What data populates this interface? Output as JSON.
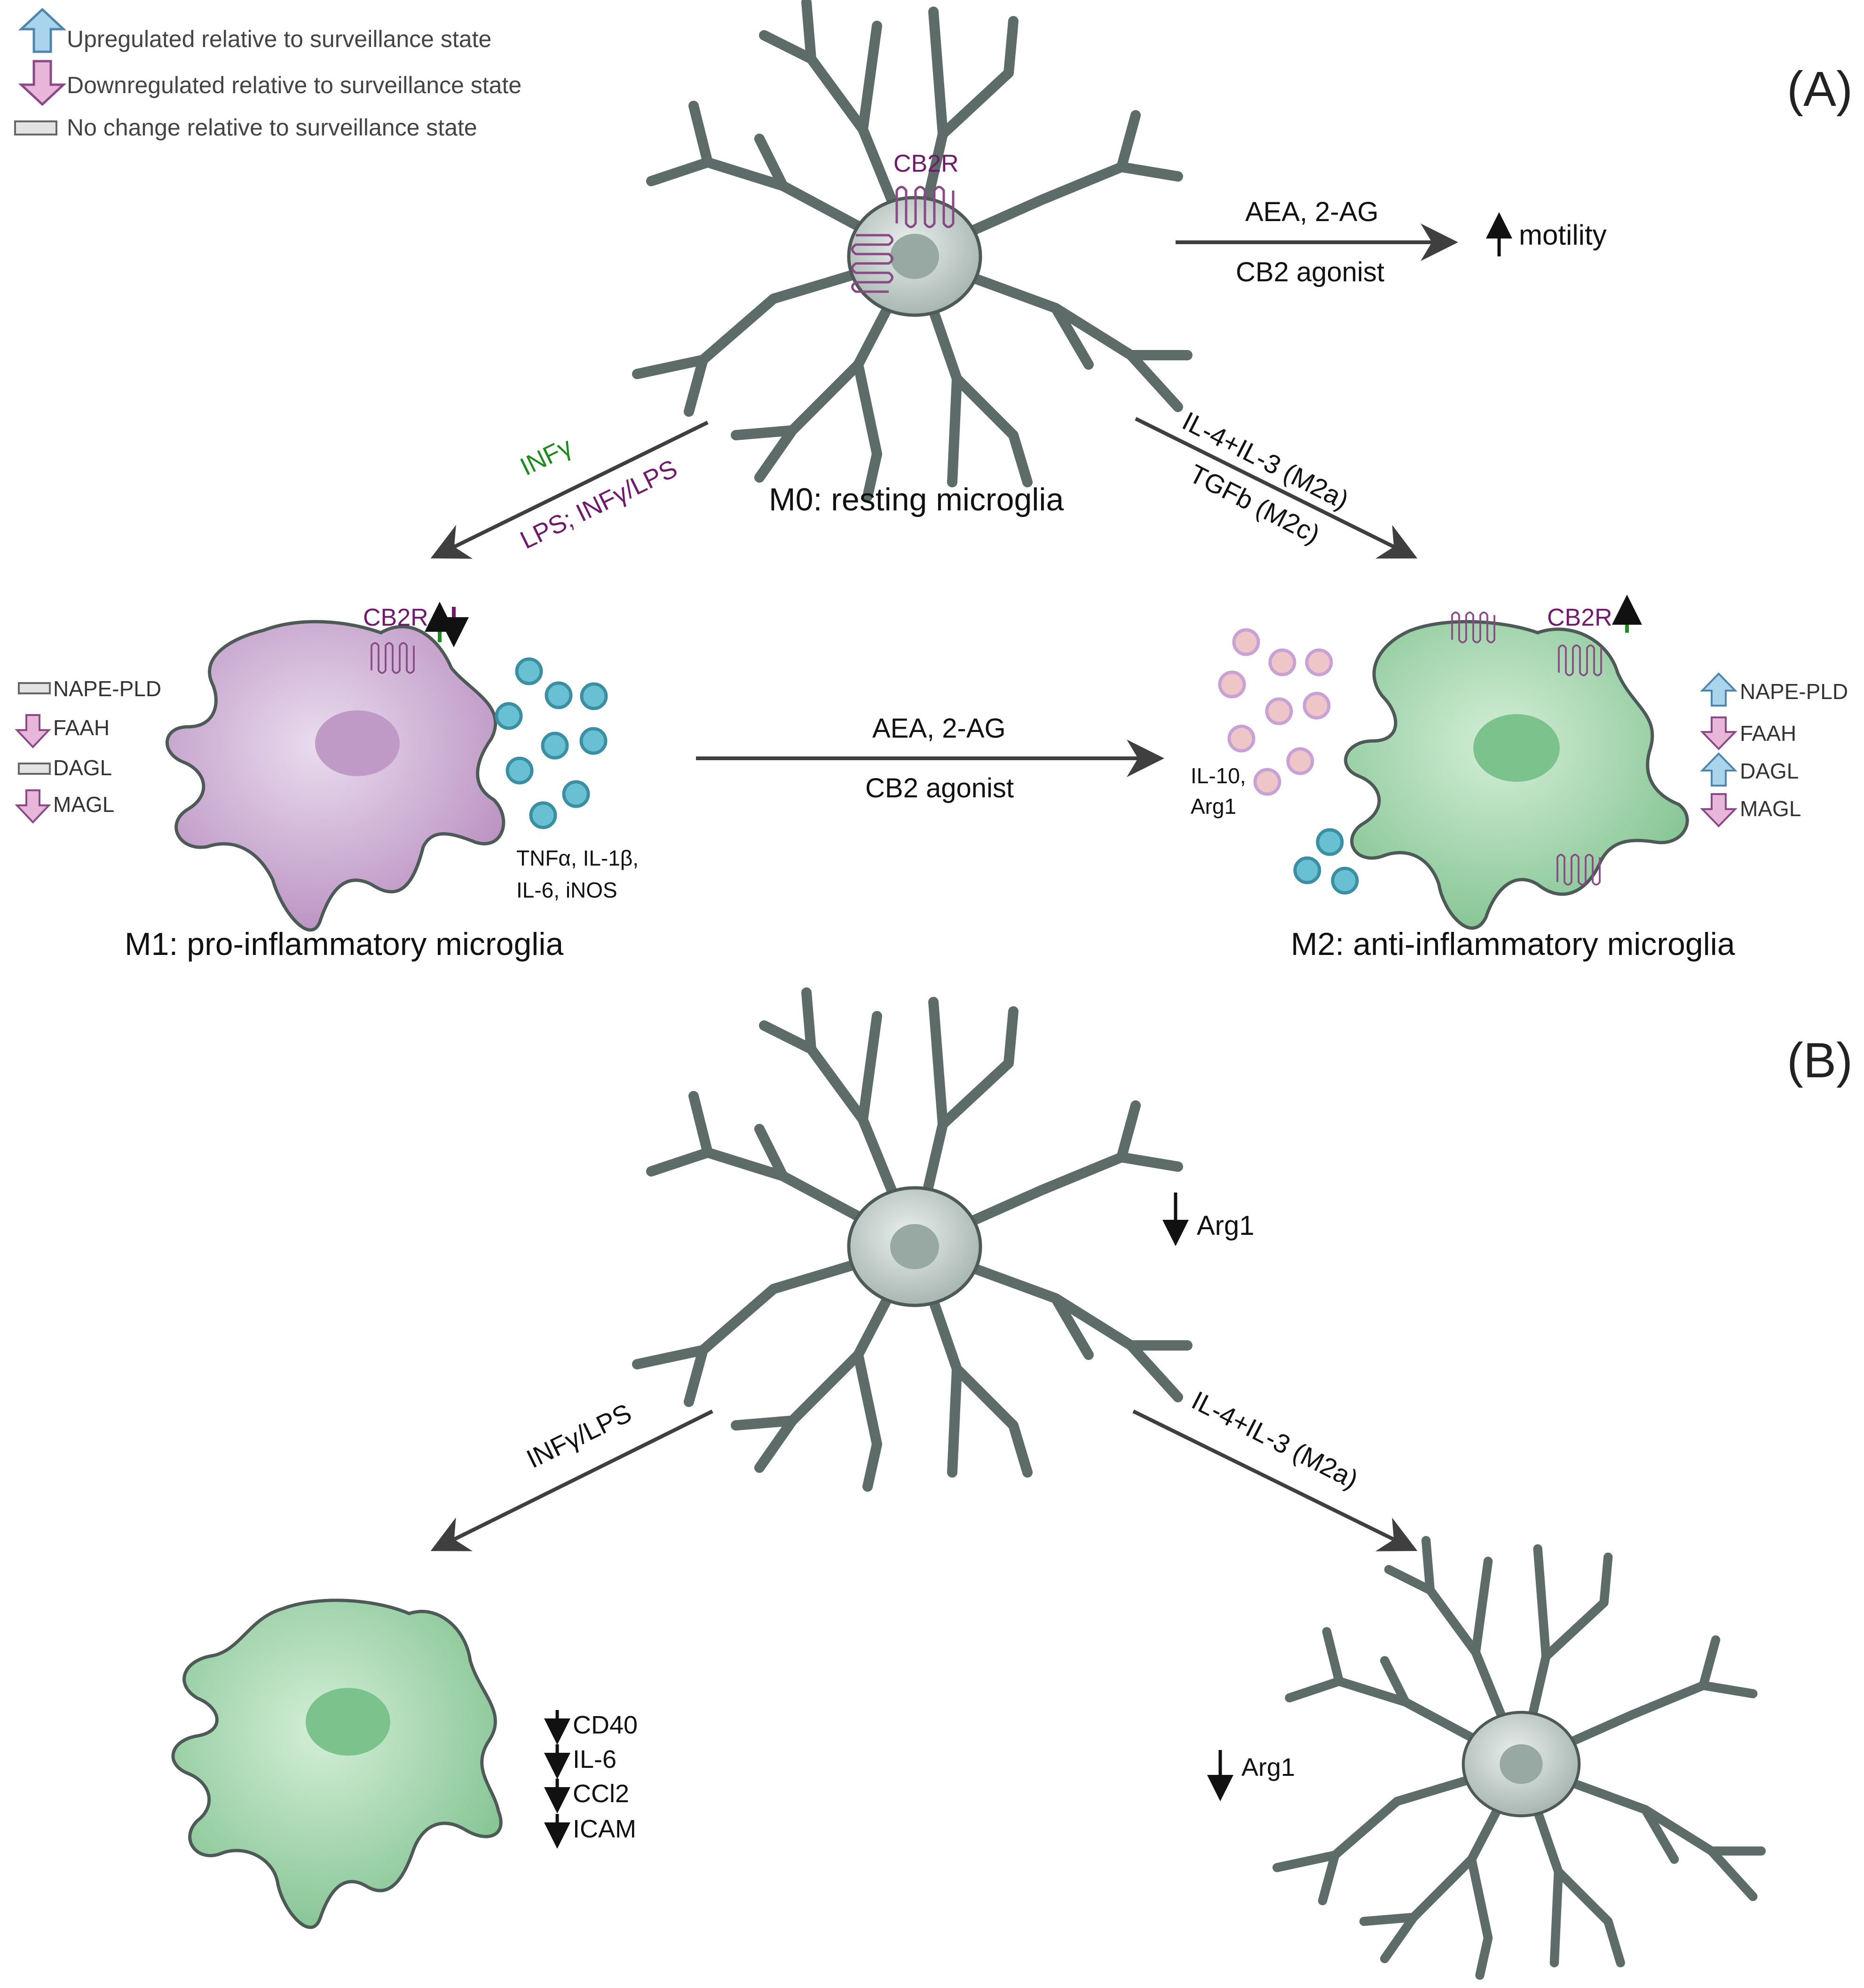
{
  "legend": {
    "up_label": "Upregulated relative to surveillance state",
    "down_label": "Downregulated relative to surveillance state",
    "nochange_label": "No change relative to surveillance state"
  },
  "panel_a": {
    "label": "(A)",
    "m0_title": "M0: resting microglia",
    "m0_receptor_label": "CB2R",
    "motility_top": "AEA, 2-AG",
    "motility_bottom": "CB2 agonist",
    "motility_effect": "motility",
    "to_m1_top": "INFγ",
    "to_m1_bottom": "LPS; INFγ/LPS",
    "to_m2_top": "IL-4+IL-3 (M2a)",
    "to_m2_bottom": "TGFb (M2c)",
    "m1_title": "M1: pro-inflammatory microglia",
    "m1_receptor_label": "CB2R",
    "m1_enzymes": [
      {
        "name": "NAPE-PLD",
        "change": "none"
      },
      {
        "name": "FAAH",
        "change": "down"
      },
      {
        "name": "DAGL",
        "change": "none"
      },
      {
        "name": "MAGL",
        "change": "down"
      }
    ],
    "m1_cytokines_line1": "TNFα, IL-1β,",
    "m1_cytokines_line2": "IL-6, iNOS",
    "m1_to_m2_top": "AEA, 2-AG",
    "m1_to_m2_bottom": "CB2 agonist",
    "m2_title": "M2: anti-inflammatory microglia",
    "m2_receptor_label": "CB2R",
    "m2_cytokines_line1": "IL-10,",
    "m2_cytokines_line2": "Arg1",
    "m2_enzymes": [
      {
        "name": "NAPE-PLD",
        "change": "up"
      },
      {
        "name": "FAAH",
        "change": "down"
      },
      {
        "name": "DAGL",
        "change": "up"
      },
      {
        "name": "MAGL",
        "change": "down"
      }
    ]
  },
  "panel_b": {
    "label": "(B)",
    "m0_effect": "Arg1",
    "to_m1_label": "INFγ/LPS",
    "to_m2_label": "IL-4+IL-3 (M2a)",
    "m1_effects": [
      "CD40",
      "IL-6",
      "CCl2",
      "ICAM"
    ],
    "m2_effect": "Arg1"
  },
  "colors": {
    "up_arrow": "#a9d4ec",
    "down_arrow": "#e8b6d8",
    "resting_cell": "#bcc7c4",
    "m1_cell": "#c9a6cc",
    "m2_cell": "#9fd3a8",
    "receptor": "#8a4a86",
    "pro_cytokine": "#69c0d2",
    "anti_cytokine": "#efc6c8",
    "green_text": "#1f8a1f",
    "purple_text": "#6f1a6a"
  }
}
